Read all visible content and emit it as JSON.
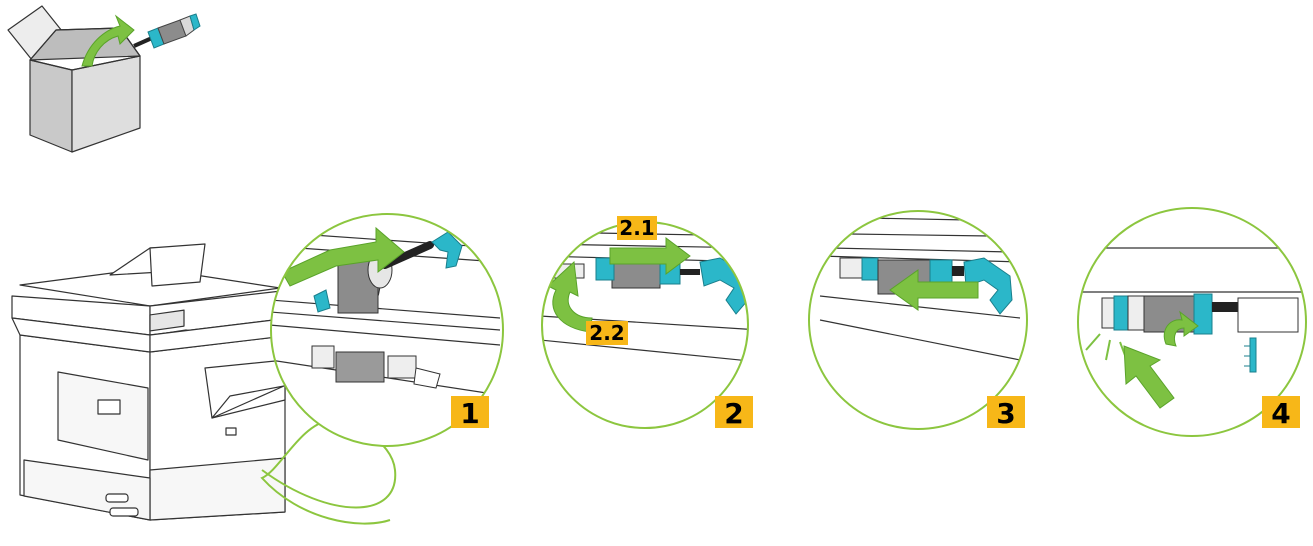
{
  "colors": {
    "green": "#7dc142",
    "green_dark": "#5aa32a",
    "callout_outline": "#8cc63f",
    "cyan": "#2bb7c9",
    "badge_fill": "#f7b718",
    "roller_gray": "#8c8c8c",
    "box_gray": "#d9d9d9",
    "line": "#333333"
  },
  "steps": [
    {
      "number": "1"
    },
    {
      "number": "2",
      "sub_labels": [
        "2.1",
        "2.2"
      ]
    },
    {
      "number": "3"
    },
    {
      "number": "4"
    }
  ],
  "icons": [
    "open-box-icon",
    "replacement-roller-icon",
    "printer-illustration",
    "green-arrow-icon"
  ]
}
